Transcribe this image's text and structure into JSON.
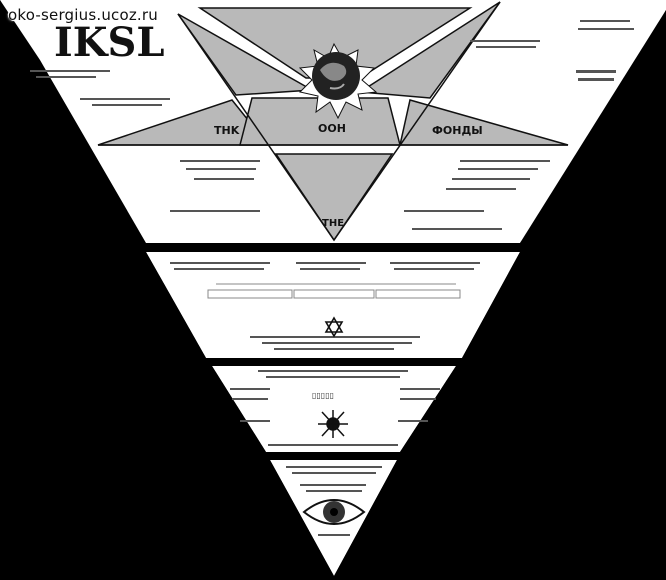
{
  "watermark": "oko-sergius.ucoz.ru",
  "top_left_logo": "IKSL",
  "star_labels": {
    "left_arm": "THK",
    "center_arm": "OOH",
    "right_arm": "ФОНДЫ",
    "bottom_arm": "THE"
  },
  "colors": {
    "background": "#000000",
    "panel": "#ffffff",
    "star_fill": "#b9b9b9",
    "ink": "#111111"
  },
  "icons": [
    "globe-icon",
    "star-of-david-icon",
    "spider-icon",
    "eye-icon"
  ]
}
